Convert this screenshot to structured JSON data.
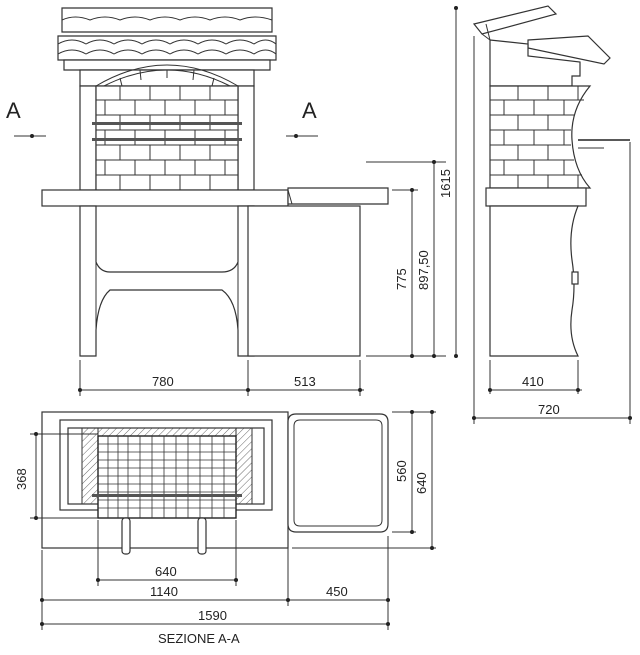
{
  "section": {
    "marker_left": "A",
    "marker_right": "A",
    "title": "SEZIONE  A-A"
  },
  "front_view": {
    "dim_base_width": "780",
    "dim_side_table_width": "513",
    "dim_table_height": "775",
    "dim_side_table_height": "897,50",
    "dim_total_height": "1615"
  },
  "side_view": {
    "dim_base_depth": "410",
    "dim_total_depth": "720"
  },
  "plan_view": {
    "dim_grill_depth": "368",
    "dim_grill_width": "640",
    "dim_inner_width": "1140",
    "dim_total_width": "1590",
    "dim_side_table_width": "450",
    "dim_side_table_depth": "560",
    "dim_total_depth": "640"
  }
}
